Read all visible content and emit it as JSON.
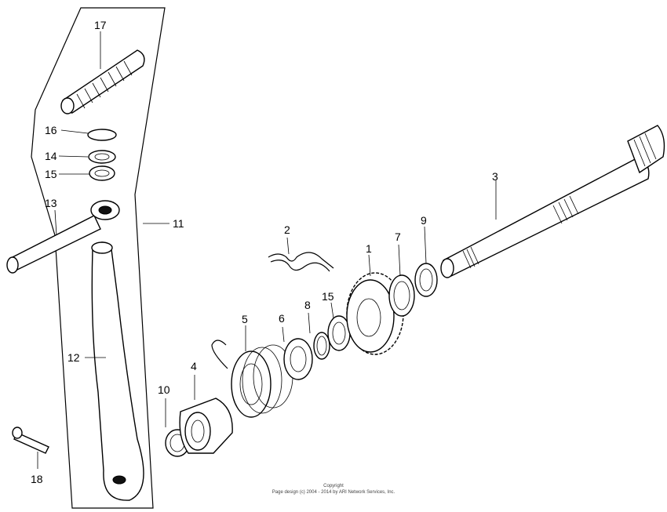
{
  "parts": {
    "p1": "1",
    "p2": "2",
    "p3": "3",
    "p4": "4",
    "p5": "5",
    "p6": "6",
    "p7": "7",
    "p8": "8",
    "p9": "9",
    "p10": "10",
    "p11": "11",
    "p12": "12",
    "p13": "13",
    "p14": "14",
    "p15a": "15",
    "p15b": "15",
    "p16": "16",
    "p17": "17",
    "p18": "18"
  },
  "footer": {
    "line1": "Copyright",
    "line2": "Page design (c) 2004 - 2014 by ARI Network Services, Inc."
  }
}
